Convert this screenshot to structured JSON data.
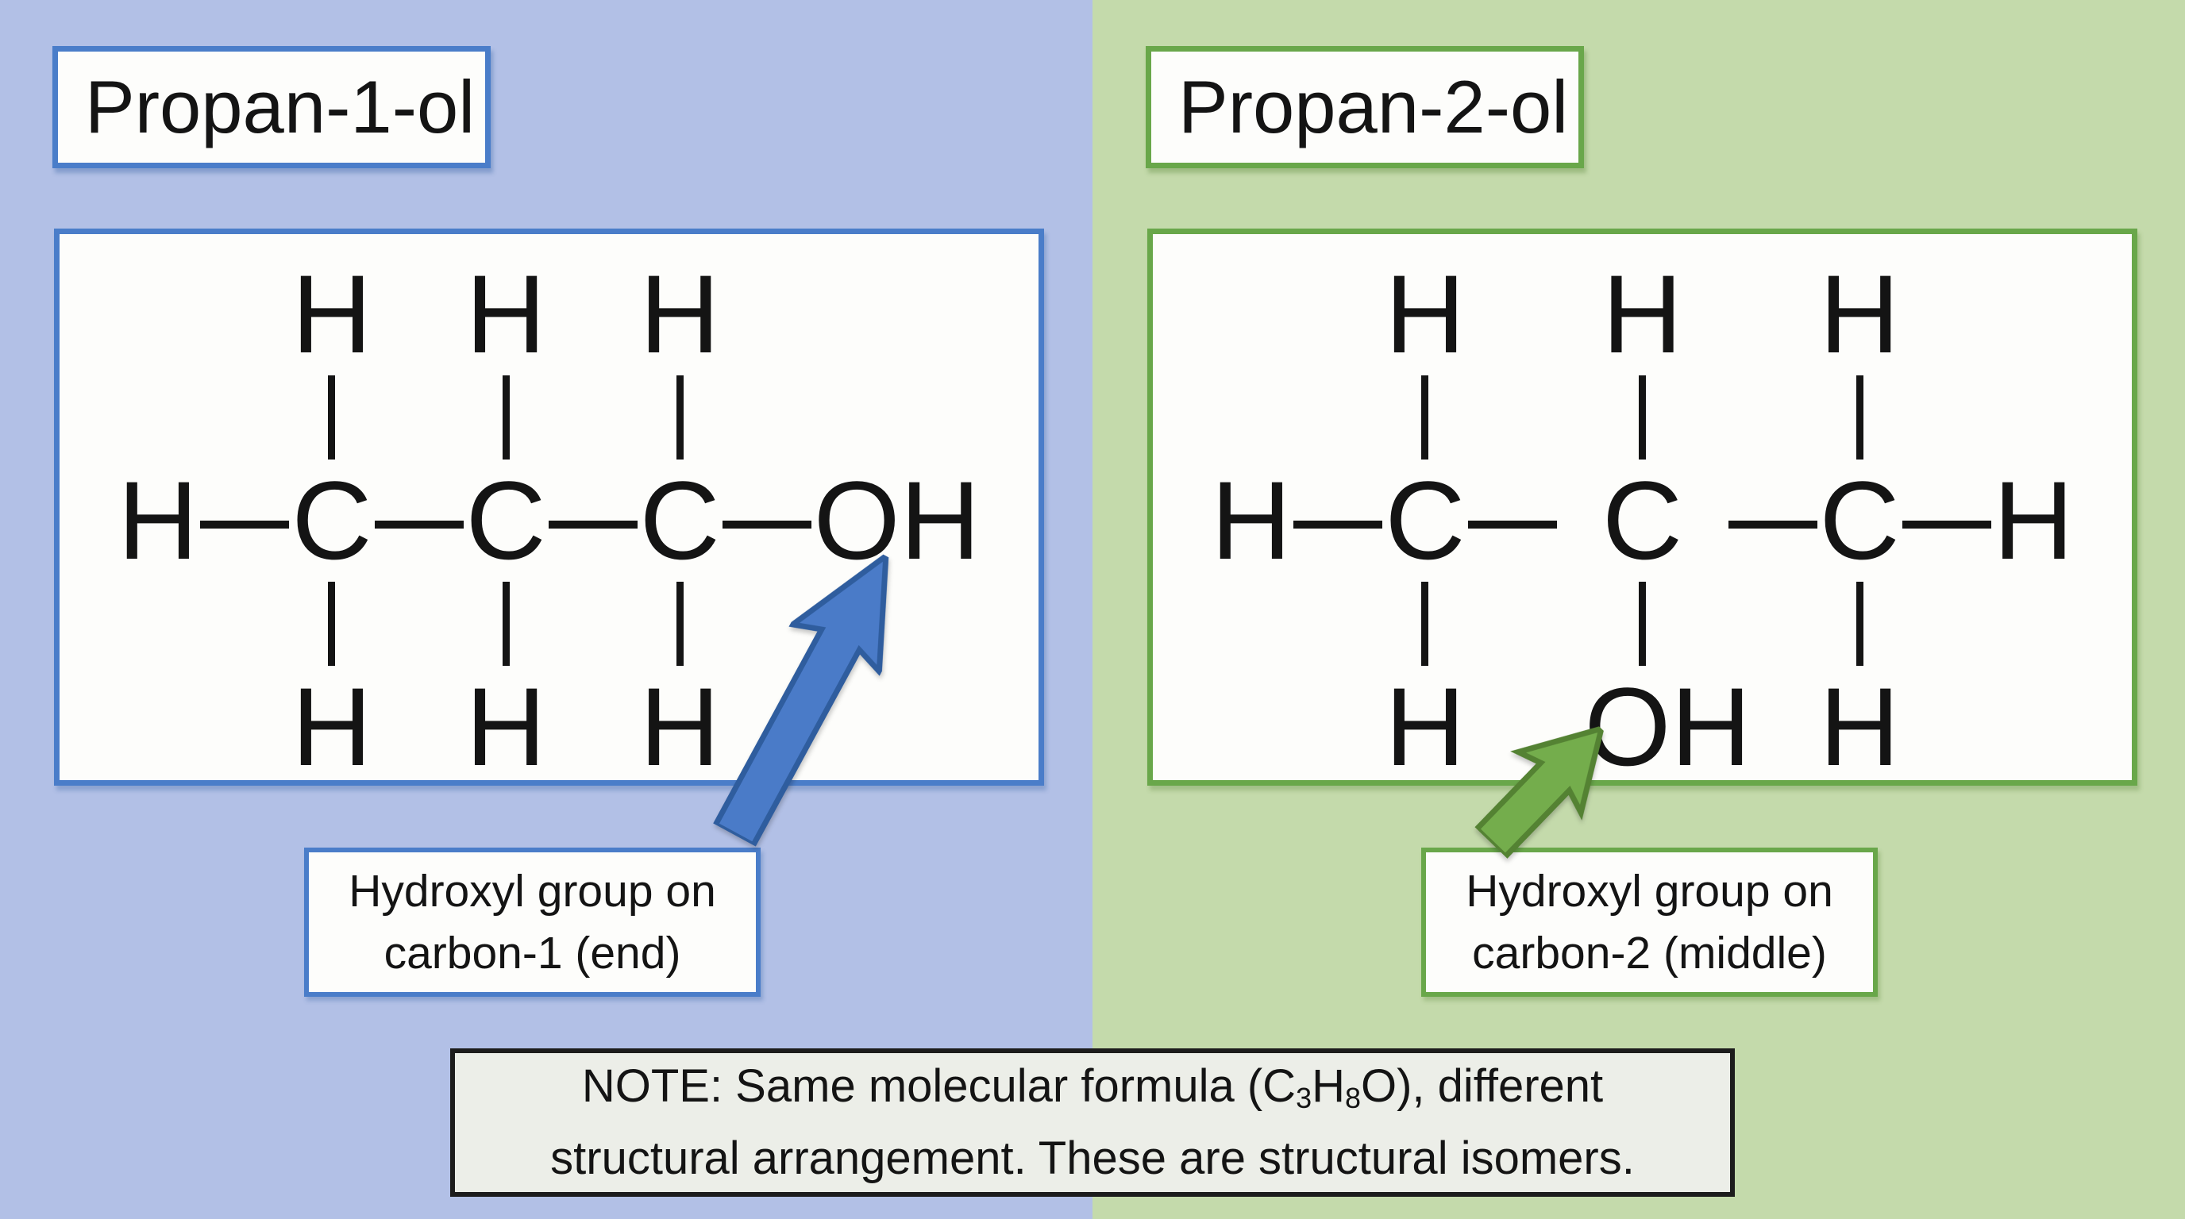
{
  "colors": {
    "left_bg": "#b2c0e6",
    "right_bg": "#c4daab",
    "blue_accent": "#4a7dc9",
    "green_accent": "#69a74a",
    "arrow_blue_fill": "#4a7bc8",
    "arrow_blue_stroke": "#2f5d9e",
    "arrow_green_fill": "#74ad4c",
    "arrow_green_stroke": "#548233",
    "note_bg": "#eceee8",
    "note_border": "#1c1c1c",
    "box_bg": "#fdfdfb",
    "ink": "#141414"
  },
  "panels": [
    {
      "title": "Propan-1-ol",
      "label_line1": "Hydroxyl group on",
      "label_line2": "carbon-1 (end)",
      "molecule": {
        "top": [
          "H",
          "H",
          "H"
        ],
        "chain": [
          "H",
          "C",
          "C",
          "C",
          "OH"
        ],
        "bottom": [
          "H",
          "H",
          "H"
        ]
      }
    },
    {
      "title": "Propan-2-ol",
      "label_line1": "Hydroxyl group on",
      "label_line2": "carbon-2 (middle)",
      "molecule": {
        "top": [
          "H",
          "H",
          "H"
        ],
        "chain": [
          "H",
          "C",
          "C",
          "C",
          "H"
        ],
        "bottom": [
          "H",
          "OH",
          "H"
        ]
      }
    }
  ],
  "note": {
    "line1_pre": "NOTE: Same molecular formula (C",
    "line1_sub1": "3",
    "line1_mid": "H",
    "line1_sub2": "8",
    "line1_post": "O), different",
    "line2": "structural arrangement. These are structural isomers."
  }
}
